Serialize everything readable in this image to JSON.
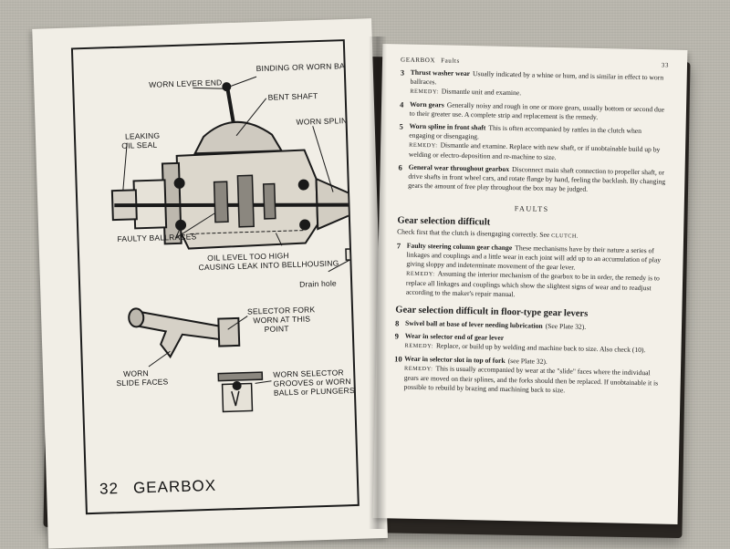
{
  "left_page": {
    "labels": {
      "worn_lever_end": "WORN LEVER END",
      "binding_ball": "BINDING OR WORN BALL",
      "bent_shaft": "BENT SHAFT",
      "leaking": "LEAKING",
      "oil_seal": "OIL SEAL",
      "worn_splines": "WORN SPLINES",
      "faulty_ballraces": "FAULTY BALLRACES",
      "oil_level_1": "OIL LEVEL TOO HIGH",
      "oil_level_2": "CAUSING LEAK INTO BELLHOUSING",
      "drain_hole": "Drain hole",
      "selector_fork_1": "SELECTOR FORK",
      "selector_fork_2": "WORN AT THIS",
      "selector_fork_3": "POINT",
      "worn_1": "WORN",
      "worn_2": "SLIDE FACES",
      "worn_selector_1": "WORN SELECTOR",
      "worn_selector_2": "GROOVES or WORN",
      "worn_selector_3": "BALLS or PLUNGERS"
    },
    "page_number": "32",
    "footer_title": "GEARBOX"
  },
  "right_page": {
    "running_head": "GEARBOX",
    "running_head_sub": "Faults",
    "page_number": "33",
    "items_top": [
      {
        "n": "3",
        "title": "Thrust washer wear",
        "text": "Usually indicated by a whine or hum, and is similar in effect to worn ballraces.",
        "remedy_label": "REMEDY:",
        "remedy": "Dismantle unit and examine."
      },
      {
        "n": "4",
        "title": "Worn gears",
        "text": "Generally noisy and rough in one or more gears, usually bottom or second due to their greater use. A complete strip and replacement is the remedy.",
        "remedy_label": "",
        "remedy": ""
      },
      {
        "n": "5",
        "title": "Worn spline in front shaft",
        "text": "This is often accompanied by rattles in the clutch when engaging or disengaging.",
        "remedy_label": "REMEDY:",
        "remedy": "Dismantle and examine. Replace with new shaft, or if unobtainable build up by welding or electro-deposition and re-machine to size."
      },
      {
        "n": "6",
        "title": "General wear throughout gearbox",
        "text": "Disconnect main shaft connection to propeller shaft, or drive shafts in front wheel cars, and rotate flange by hand, feeling the backlash. By changing gears the amount of free play throughout the box may be judged.",
        "remedy_label": "",
        "remedy": ""
      }
    ],
    "faults_heading": "FAULTS",
    "section1_title": "Gear selection difficult",
    "section1_intro": "Check first that the clutch is disengaging correctly. See",
    "section1_intro_ref": "CLUTCH.",
    "items_mid": [
      {
        "n": "7",
        "title": "Faulty steering column gear change",
        "text": "These mechanisms have by their nature a series of linkages and couplings and a little wear in each joint will add up to an accumulation of play giving sloppy and indeterminate movement of the gear lever.",
        "remedy_label": "REMEDY:",
        "remedy": "Assuming the interior mechanism of the gearbox to be in order, the remedy is to replace all linkages and couplings which show the slightest signs of wear and to readjust according to the maker's repair manual."
      }
    ],
    "section2_title": "Gear selection difficult in floor-type gear levers",
    "items_bottom": [
      {
        "n": "8",
        "title": "Swivel ball at base of lever needing lubrication",
        "text": "(See Plate 32).",
        "remedy_label": "",
        "remedy": ""
      },
      {
        "n": "9",
        "title": "Wear in selector end of gear lever",
        "text": "",
        "remedy_label": "REMEDY:",
        "remedy": "Replace, or build up by welding and machine back to size. Also check (10)."
      },
      {
        "n": "10",
        "title": "Wear in selector slot in top of fork",
        "text": "(see Plate 32).",
        "remedy_label": "REMEDY:",
        "remedy": "This is usually accompanied by wear at the \"slide\" faces where the individual gears are moved on their splines, and the forks should then be replaced. If unobtainable it is possible to rebuild by brazing and machining back to size."
      }
    ]
  },
  "colors": {
    "paper": "#f1eee6",
    "ink": "#1d1d1d",
    "cloth": "#b9b6ad",
    "cover": "#2a2622"
  }
}
